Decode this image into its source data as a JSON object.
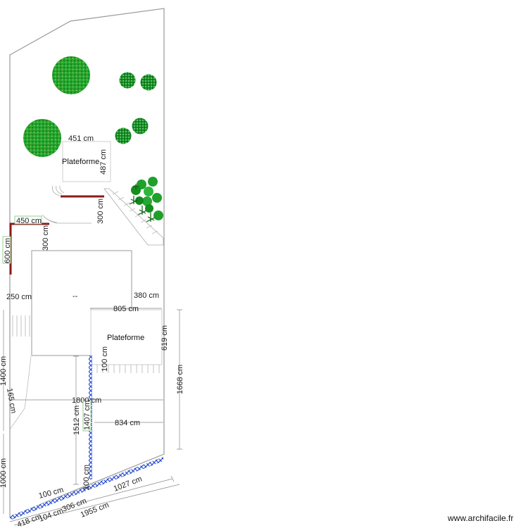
{
  "watermark": "www.archifacile.fr",
  "labels": {
    "plateforme_top": "Plateforme",
    "plateforme_bottom": "Plateforme",
    "house_center": "--"
  },
  "dimensions": {
    "d451": "451 cm",
    "d487": "487 cm",
    "d300a": "300 cm",
    "d450": "450 cm",
    "d300b": "300 cm",
    "d600": "600 cm",
    "d250": "250 cm",
    "d380": "380 cm",
    "d805": "805 cm",
    "d619": "619 cm",
    "d100a": "100 cm",
    "d1400": "1400 cm",
    "d165": "165 cm",
    "d1800": "1800 cm",
    "d1668": "1668 cm",
    "d1512": "1512 cm",
    "d1407": "1407 cm",
    "d834": "834 cm",
    "d1000": "1000 cm",
    "d100b": "100 cm",
    "d100c": "100 cm",
    "d1027": "1027 cm",
    "d306": "306 cm",
    "d104": "104 cm",
    "d418": "418 cm",
    "d1955": "1955 cm"
  },
  "colors": {
    "wall": "#9a9a9a",
    "red_wall": "#8b1a1a",
    "blue_hatch": "#2a4fd0",
    "tree": "#1fa02a",
    "dim_line": "#888888"
  }
}
